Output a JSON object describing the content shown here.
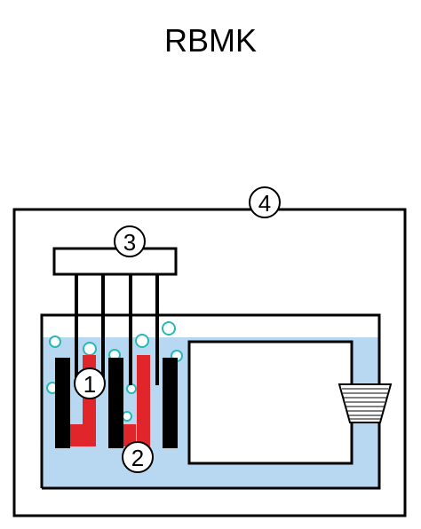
{
  "title": "RBMK",
  "markers": [
    "1",
    "2",
    "3",
    "4"
  ],
  "colors": {
    "water": "#b8d8f2",
    "fuel": "#e0262b",
    "rod": "#000000",
    "bubble_stroke": "#2ab7b7",
    "outline": "#000000",
    "background": "#ffffff"
  }
}
